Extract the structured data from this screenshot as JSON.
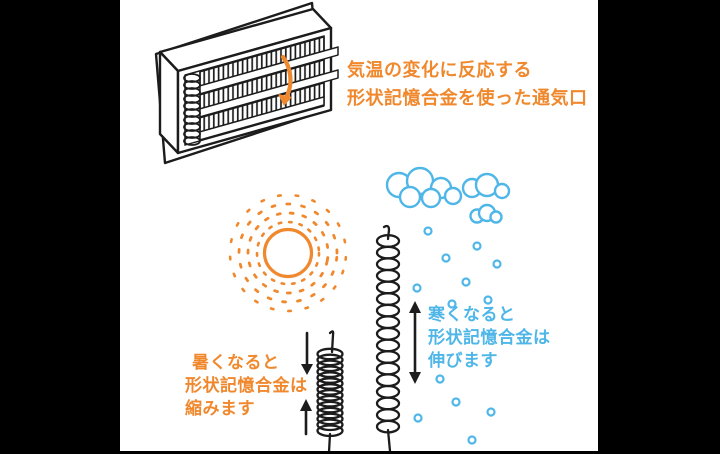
{
  "illustration": {
    "caption": {
      "line1": "気温の変化に反応する",
      "line2": "形状記憶合金を使った通気口"
    },
    "hot": {
      "line1": "暑くなると",
      "line2": "形状記憶合金は",
      "line3": "縮みます"
    },
    "cold": {
      "line1": "寒くなると",
      "line2": "形状記憶合金は",
      "line3": "伸びます"
    },
    "colors": {
      "accent_orange": "#F0882D",
      "accent_blue": "#4FB6E8",
      "ink": "#1C1C1C",
      "canvas": "#FFFFFF",
      "letterbox": "#000000"
    },
    "icons": {
      "vent": "vent-louver-illustration",
      "vent_arrow": "orange-airflow-down-arrow-icon",
      "sun": "sun-icon",
      "clouds": "cloud-icon",
      "snow": "snow-dots-icon",
      "spring_compressed": "compressed-coil-spring-icon",
      "spring_extended": "extended-coil-spring-icon",
      "compress_arrows": "compress-arrows-icon",
      "extend_arrow": "double-headed-arrow-icon"
    }
  }
}
